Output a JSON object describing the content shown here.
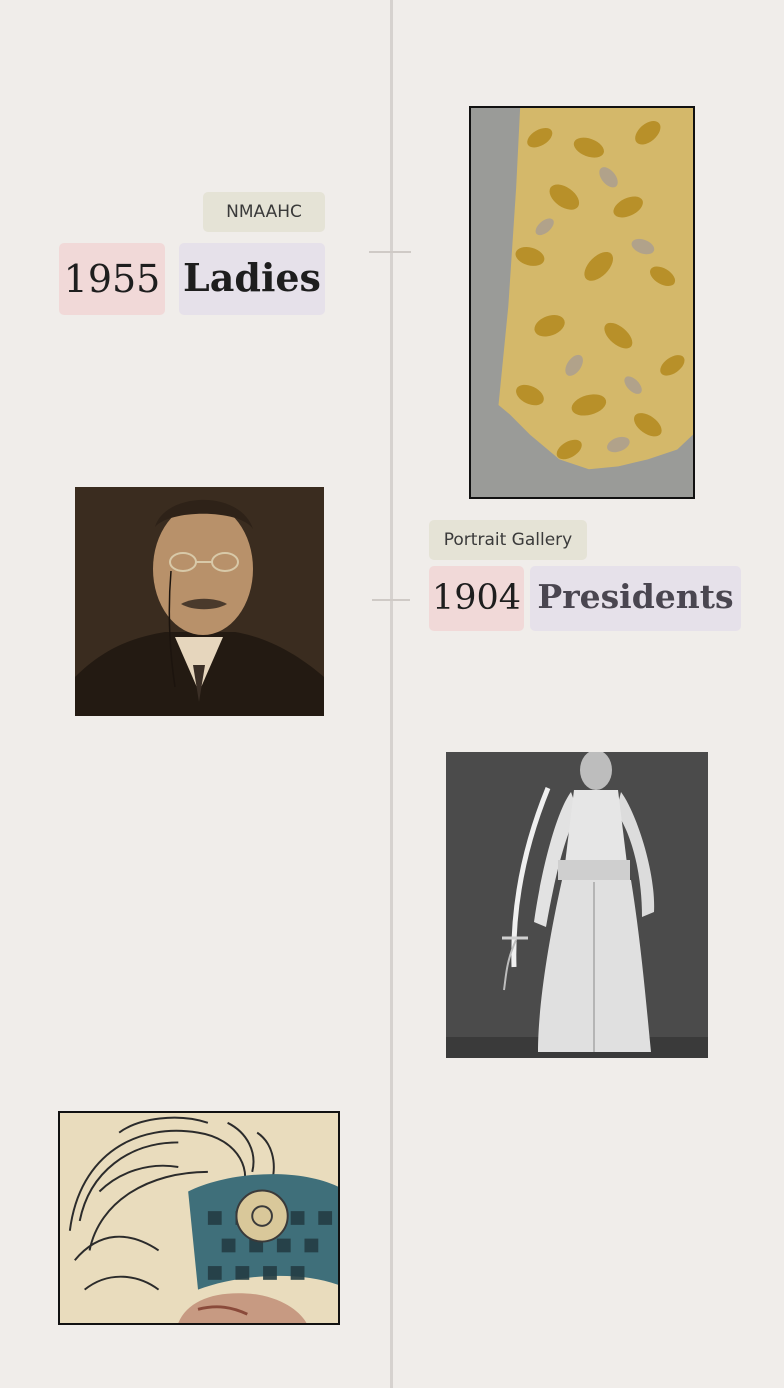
{
  "timeline": {
    "entries": [
      {
        "source": "NMAAHC",
        "year": "1955",
        "category": "Ladies"
      },
      {
        "source": "Portrait Gallery",
        "year": "1904",
        "category": "Presidents"
      }
    ],
    "images": [
      {
        "subject": "yellow-floral-dress"
      },
      {
        "subject": "sepia-portrait-man-pince-nez"
      },
      {
        "subject": "man-with-curved-sword"
      },
      {
        "subject": "feathered-tartan-bonnet-engraving"
      }
    ]
  },
  "colors": {
    "background": "#f0edea",
    "axis": "#d6d2cf",
    "source_tag": "#e5e3d6",
    "year_tag": "#f1d9d8",
    "category_tag": "#e6e1ea"
  }
}
